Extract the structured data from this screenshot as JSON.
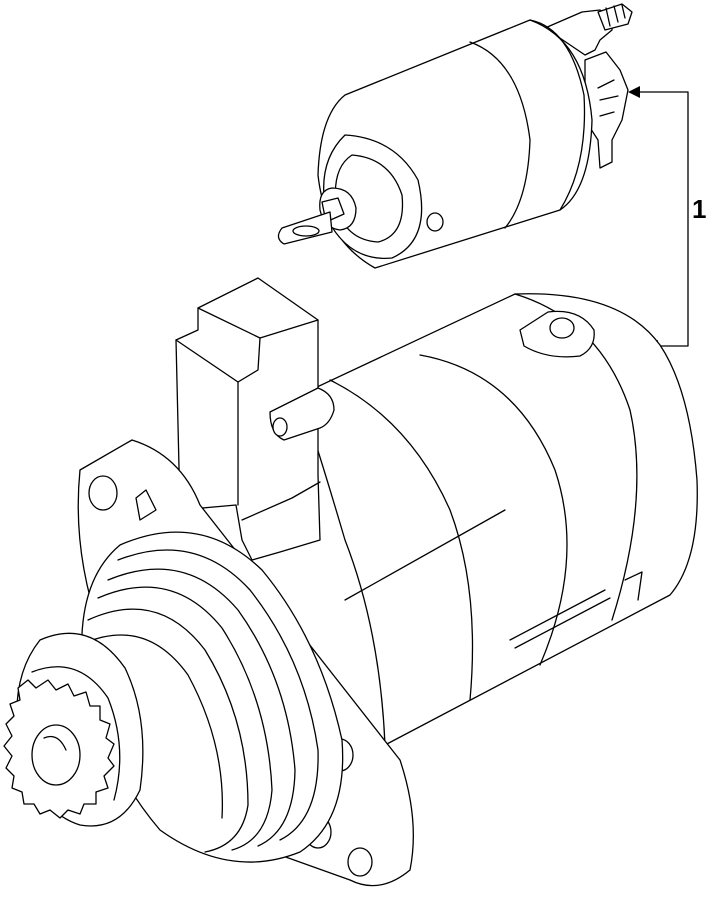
{
  "callouts": [
    {
      "label": "1",
      "targets": [
        "solenoid-terminal",
        "motor-housing"
      ]
    }
  ]
}
